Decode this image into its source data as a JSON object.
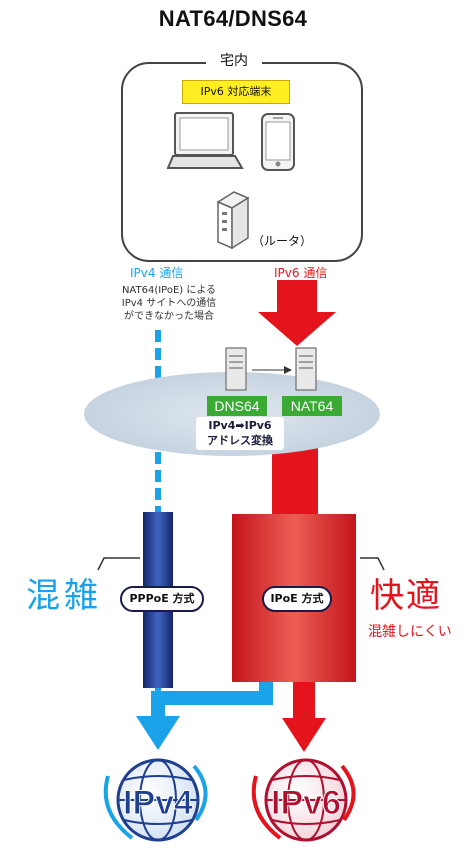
{
  "title": "NAT64/DNS64",
  "home": {
    "label": "宅内",
    "device_badge": "IPv6 対応端末",
    "router_label": "（ルータ）"
  },
  "paths": {
    "ipv4_comm": "IPv4 通信",
    "ipv6_comm": "IPv6 通信",
    "note_lines": [
      "NAT64(IPoE) による",
      "IPv4 サイトへの通信",
      "ができなかった場合"
    ]
  },
  "servers": {
    "dns64": "DNS64",
    "nat64": "NAT64",
    "conversion_lines": [
      "IPv4➡IPv6",
      "アドレス変換"
    ]
  },
  "methods": {
    "pppoe": "PPPoE 方式",
    "ipoe": "IPoE 方式"
  },
  "labels": {
    "congested": "混雑",
    "comfortable": "快適",
    "less_congested": "混雑しにくい"
  },
  "globes": {
    "ipv4": "IPv4",
    "ipv6": "IPv6"
  },
  "colors": {
    "ipv4_blue": "#1aa3e8",
    "ipv6_red": "#e3141c",
    "pppoe_navy": "#1f3f8f",
    "dns_green": "#3aaa35",
    "badge_yellow": "#ffee22"
  }
}
